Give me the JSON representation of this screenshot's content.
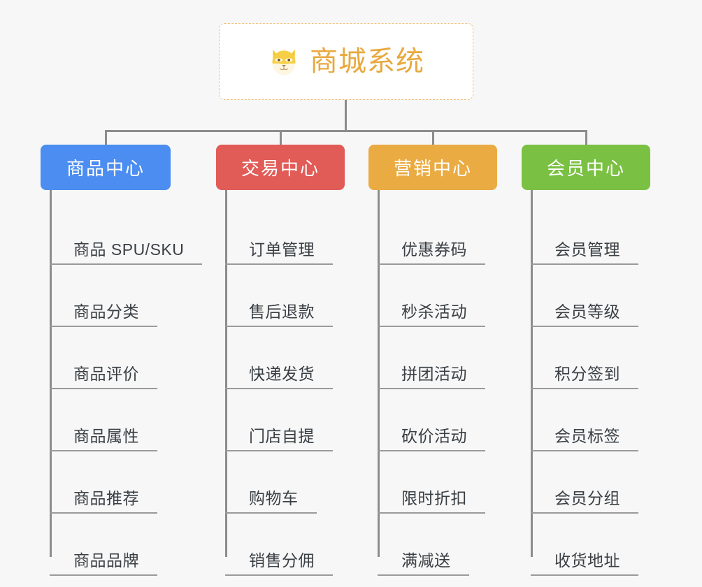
{
  "page": {
    "background_color": "#f7f7f7",
    "diagram_type": "org-chart"
  },
  "root": {
    "title": "商城系统",
    "icon": "shiba-dog-face-icon",
    "text_color": "#e8a93f",
    "border_color": "#efc07a",
    "background_color": "#ffffff"
  },
  "connector": {
    "color": "#8c8c8c"
  },
  "columns": [
    {
      "header": "商品中心",
      "color": "#4b8df0",
      "items": [
        "商品 SPU/SKU",
        "商品分类",
        "商品评价",
        "商品属性",
        "商品推荐",
        "商品品牌"
      ]
    },
    {
      "header": "交易中心",
      "color": "#e15b57",
      "items": [
        "订单管理",
        "售后退款",
        "快递发货",
        "门店自提",
        "购物车",
        "销售分佣"
      ]
    },
    {
      "header": "营销中心",
      "color": "#eaab43",
      "items": [
        "优惠券码",
        "秒杀活动",
        "拼团活动",
        "砍价活动",
        "限时折扣",
        "满减送"
      ]
    },
    {
      "header": "会员中心",
      "color": "#7ac143",
      "items": [
        "会员管理",
        "会员等级",
        "积分签到",
        "会员标签",
        "会员分组",
        "收货地址"
      ]
    }
  ]
}
